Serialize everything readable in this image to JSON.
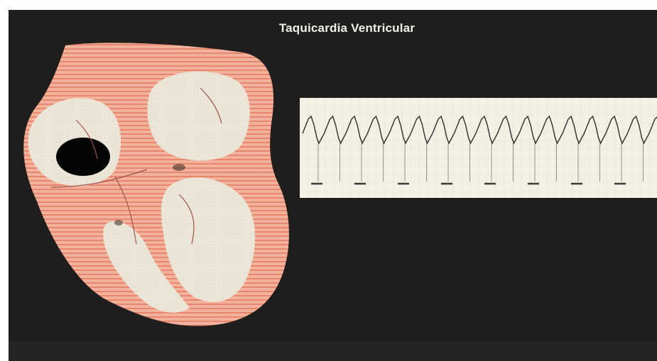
{
  "title": "Taquicardia Ventricular",
  "colors": {
    "background": "#1f1e1c",
    "heart_tissue": "#f0a38c",
    "heart_chamber": "#ebe6d6",
    "ecg_paper": "#f3f1e6",
    "ecg_trace": "#2b2b2b"
  },
  "illustration": {
    "heart": "heart-cross-section",
    "ecg": "ecg-strip-ventricular-tachycardia"
  }
}
